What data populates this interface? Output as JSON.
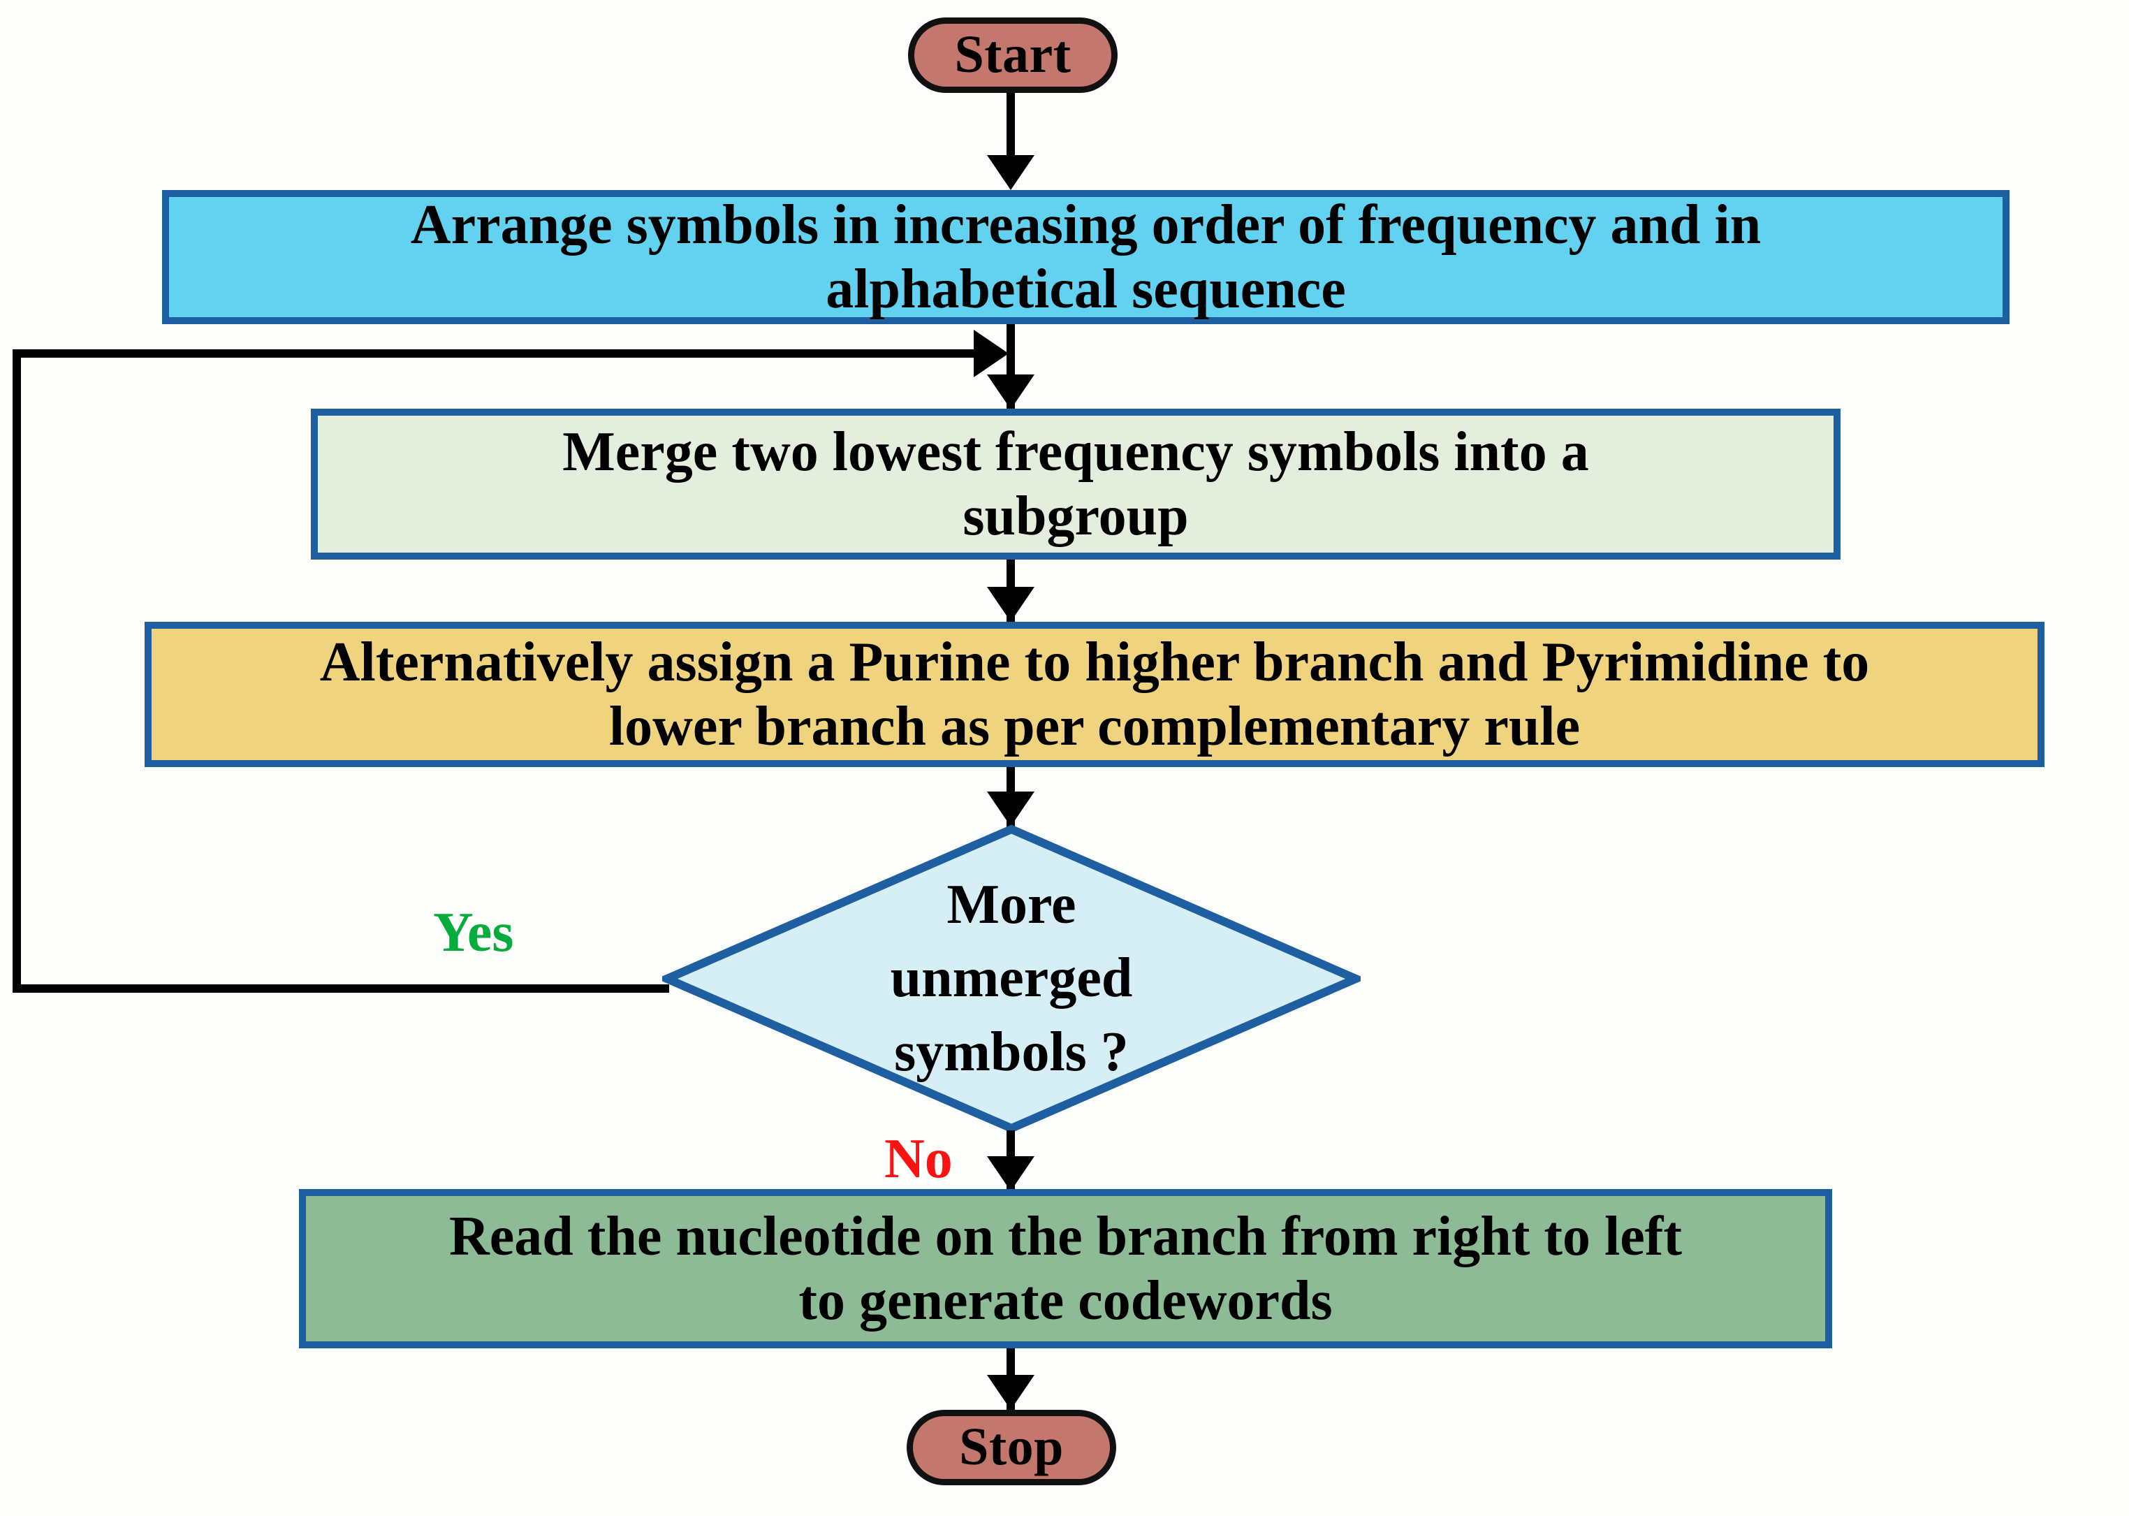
{
  "diagram": {
    "title": "DNA Huffman codeword generation flowchart",
    "colors": {
      "terminal_fill": "#c4776d",
      "terminal_border": "#111111",
      "box_border": "#1d5fa0",
      "start_box_fill": "#63d2f0",
      "merge_box_fill": "#e3eedd",
      "assign_box_fill": "#f0d37e",
      "read_box_fill": "#8cbb96",
      "decision_fill": "#d6eef6",
      "decision_border": "#1d5fa0",
      "yes_label": "#07ad3c",
      "no_label": "#ff1111",
      "connector": "#000000"
    },
    "nodes": {
      "start": {
        "label": "Start",
        "shape": "terminal"
      },
      "arrange": {
        "line1": "Arrange symbols in increasing order of frequency and in",
        "line2": "alphabetical sequence",
        "shape": "process"
      },
      "merge": {
        "line1": "Merge two lowest frequency symbols into a",
        "line2": "subgroup",
        "shape": "process"
      },
      "assign": {
        "line1": "Alternatively assign a Purine to higher branch and Pyrimidine to",
        "line2": "lower branch as per complementary rule",
        "shape": "process"
      },
      "decision": {
        "line1": "More",
        "line2": "unmerged",
        "line3": "symbols ?",
        "shape": "decision"
      },
      "read": {
        "line1": "Read the nucleotide on the branch from right to left",
        "line2": "to generate codewords",
        "shape": "process"
      },
      "stop": {
        "label": "Stop",
        "shape": "terminal"
      }
    },
    "edges": {
      "yes_label": "Yes",
      "no_label": "No"
    }
  }
}
